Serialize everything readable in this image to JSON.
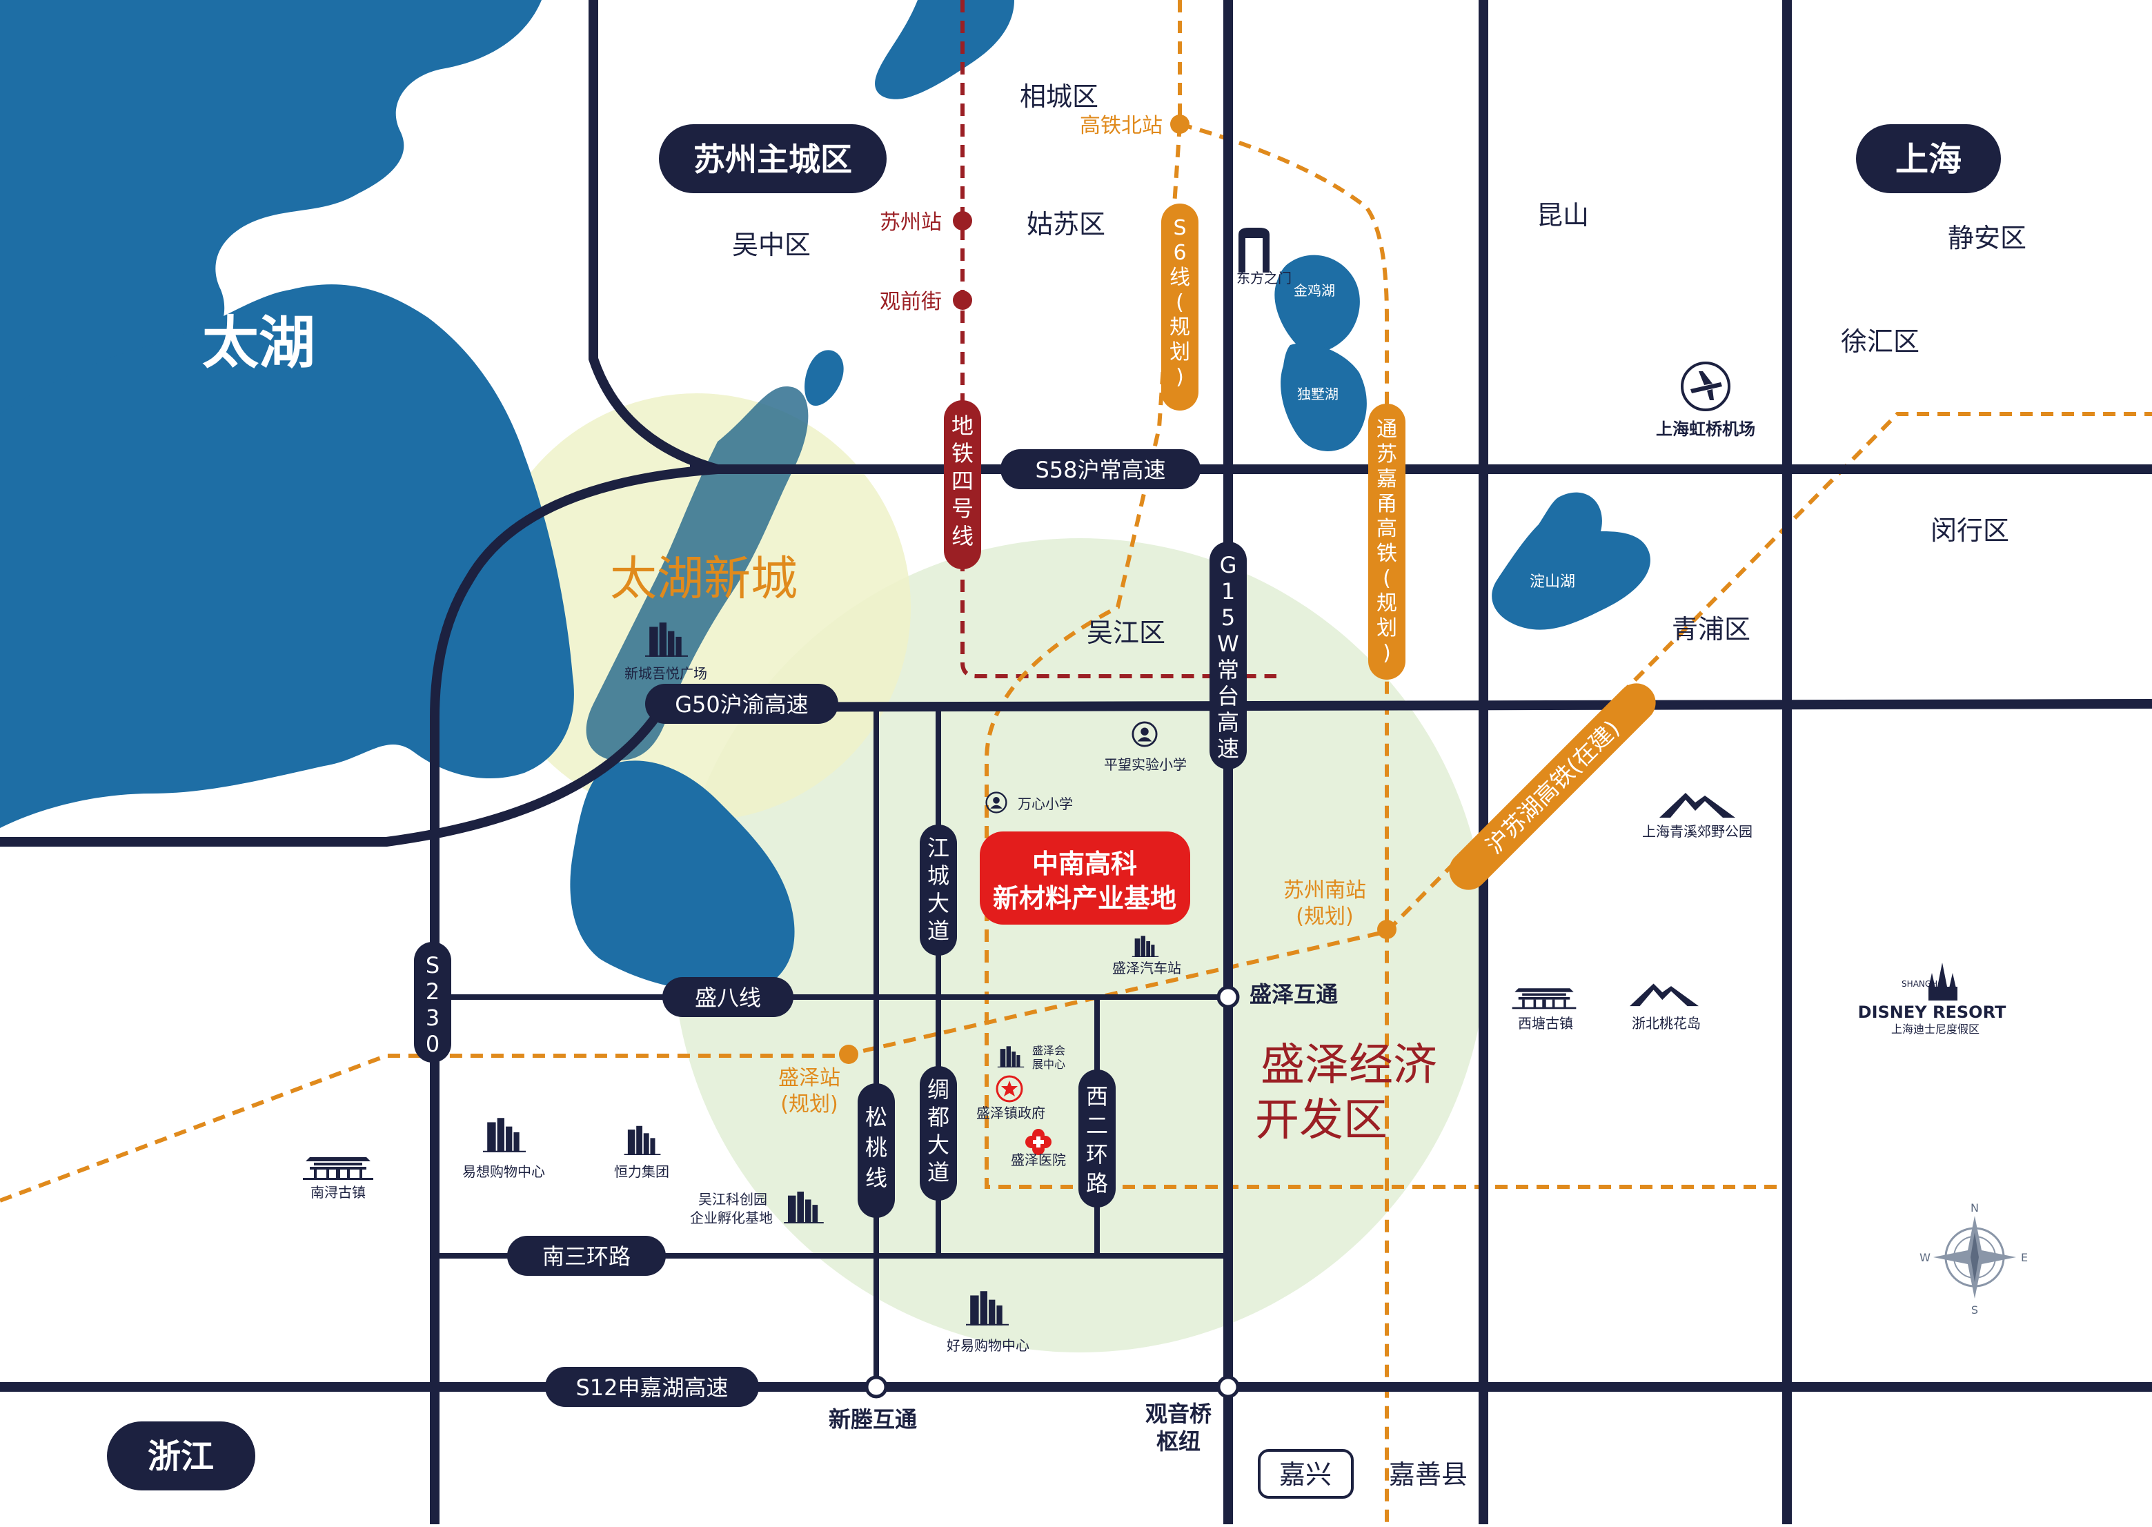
{
  "colors": {
    "road": "#1c2140",
    "water": "#1e6ea5",
    "metro": "#9b1f24",
    "rail_orange": "#e08a1c",
    "highlight_red": "#e31d1c",
    "light_green": "#e6f1dc",
    "light_yellow": "#eef2c9"
  },
  "regions": {
    "suzhou": "苏州主城区",
    "shanghai": "上海",
    "zhejiang": "浙江",
    "jiaxing": "嘉兴"
  },
  "districts": {
    "xiangcheng": "相城区",
    "wuzhong": "吴中区",
    "gusu": "姑苏区",
    "kunshan": "昆山",
    "jingan": "静安区",
    "xuhui": "徐汇区",
    "minhang": "闵行区",
    "qingpu": "青浦区",
    "wujiang": "吴江区",
    "jiashan": "嘉善县"
  },
  "water": {
    "taihu": "太湖",
    "jinji": "金鸡湖",
    "dushu": "独墅湖",
    "dianshan": "淀山湖"
  },
  "zones": {
    "taihu_newtown": "太湖新城",
    "shengze_line1": "盛泽经济",
    "shengze_line2": "开发区"
  },
  "project": {
    "line1": "中南高科",
    "line2": "新材料产业基地"
  },
  "roads": {
    "s58": "S58沪常高速",
    "g50": "G50沪渝高速",
    "g15w": [
      "G",
      "1",
      "5",
      "W",
      "常",
      "台",
      "高",
      "速"
    ],
    "s230": [
      "S",
      "2",
      "3",
      "0"
    ],
    "shengba": "盛八线",
    "jiangcheng": [
      "江",
      "城",
      "大",
      "道"
    ],
    "choudu": [
      "绸",
      "都",
      "大",
      "道"
    ],
    "songtao": [
      "松",
      "桃",
      "线"
    ],
    "xier": [
      "西",
      "二",
      "环",
      "路"
    ],
    "nansan": "南三环路",
    "s12": "S12申嘉湖高速"
  },
  "transit": {
    "metro4": [
      "地",
      "铁",
      "四",
      "号",
      "线"
    ],
    "s6": [
      "S",
      "6",
      "线",
      "(",
      "规",
      "划",
      ")"
    ],
    "tongsu": [
      "通",
      "苏",
      "嘉",
      "甬",
      "高",
      "铁",
      "(",
      "规",
      "划",
      ")"
    ],
    "husuhu": "沪苏湖高铁(在建)",
    "gaotie_north": "高铁北站",
    "suzhou_station": "苏州站",
    "guanqian": "观前街",
    "suzhou_south_1": "苏州南站",
    "suzhou_south_2": "(规划)",
    "shengze_station_1": "盛泽站",
    "shengze_station_2": "(规划)"
  },
  "interchanges": {
    "shengze": "盛泽互通",
    "xinteng": "新塍互通",
    "guanyinqiao_1": "观音桥",
    "guanyinqiao_2": "枢纽"
  },
  "pois": {
    "dongfang": "东方之门",
    "hongqiao": "上海虹桥机场",
    "xincheng_wuyue": "新城吾悦广场",
    "pingwang": "平望实验小学",
    "wanxin": "万心小学",
    "shengze_bus": "盛泽汽车站",
    "qingxi": "上海青溪郊野公园",
    "xitang": "西塘古镇",
    "zhebei": "浙北桃花岛",
    "disney_1": "SHANGHAI",
    "disney_2": "DISNEY RESORT",
    "disney_3": "上海迪士尼度假区",
    "exhibition_1": "盛泽会",
    "exhibition_2": "展中心",
    "gov": "盛泽镇政府",
    "hospital": "盛泽医院",
    "nanxun": "南浔古镇",
    "yixiang": "易想购物中心",
    "hengli": "恒力集团",
    "incubator_1": "吴江科创园",
    "incubator_2": "企业孵化基地",
    "haoyi": "好易购物中心"
  },
  "compass": {
    "n": "N",
    "s": "S",
    "e": "E",
    "w": "W"
  }
}
